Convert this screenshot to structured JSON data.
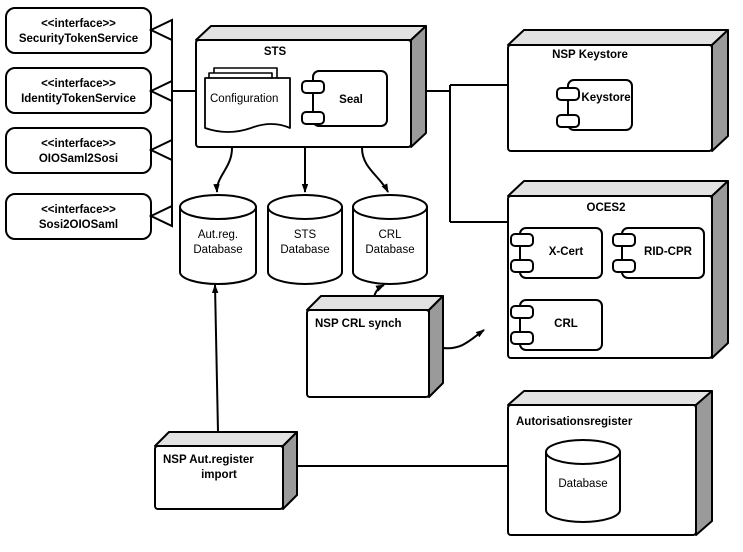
{
  "diagram": {
    "kind": "uml-deployment-diagram",
    "colors": {
      "stroke": "#000000",
      "fill": "#ffffff",
      "node_top_face": "#e2e2e2",
      "node_side_face": "#9a9a9a",
      "text": "#000000"
    },
    "interfaces": [
      {
        "stereotype": "<<interface>>",
        "name": "SecurityTokenService"
      },
      {
        "stereotype": "<<interface>>",
        "name": "IdentityTokenService"
      },
      {
        "stereotype": "<<interface>>",
        "name": "OIOSaml2Sosi"
      },
      {
        "stereotype": "<<interface>>",
        "name": "Sosi2OIOSaml"
      }
    ],
    "nodes": [
      {
        "id": "sts",
        "title": "STS",
        "title_align": "center",
        "artifacts": [
          {
            "type": "document-stack",
            "name": "Configuration"
          }
        ],
        "components": [
          {
            "name": "Seal"
          }
        ]
      },
      {
        "id": "nsp-keystore",
        "title": "NSP Keystore",
        "title_align": "center",
        "components": [
          {
            "name": "Keystore"
          }
        ]
      },
      {
        "id": "oces2",
        "title": "OCES2",
        "title_align": "center",
        "components": [
          {
            "name": "X-Cert"
          },
          {
            "name": "RID-CPR"
          },
          {
            "name": "CRL"
          }
        ]
      },
      {
        "id": "nsp-crl-synch",
        "title": "NSP CRL synch",
        "title_align": "left",
        "components": []
      },
      {
        "id": "nsp-aut-register-import",
        "title_line1": "NSP Aut.register",
        "title_line2": "import",
        "title_align": "center",
        "components": []
      },
      {
        "id": "autorisationsregister",
        "title": "Autorisationsregister",
        "title_align": "left",
        "databases": [
          {
            "name": "Database"
          }
        ]
      }
    ],
    "databases": [
      {
        "id": "aut-reg-database",
        "line1": "Aut.reg.",
        "line2": "Database"
      },
      {
        "id": "sts-database",
        "line1": "STS",
        "line2": "Database"
      },
      {
        "id": "crl-database",
        "line1": "CRL",
        "line2": "Database"
      }
    ],
    "connections": [
      {
        "from": "sts",
        "to": "SecurityTokenService",
        "style": "realization"
      },
      {
        "from": "sts",
        "to": "IdentityTokenService",
        "style": "realization"
      },
      {
        "from": "sts",
        "to": "OIOSaml2Sosi",
        "style": "realization"
      },
      {
        "from": "sts",
        "to": "Sosi2OIOSaml",
        "style": "realization"
      },
      {
        "from": "sts",
        "to": "nsp-keystore",
        "style": "association"
      },
      {
        "from": "sts",
        "to": "oces2",
        "style": "association"
      },
      {
        "from": "sts",
        "to": "aut-reg-database",
        "style": "arrow"
      },
      {
        "from": "sts",
        "to": "sts-database",
        "style": "arrow"
      },
      {
        "from": "sts",
        "to": "crl-database",
        "style": "arrow"
      },
      {
        "from": "nsp-crl-synch",
        "to": "crl-database",
        "style": "arrow"
      },
      {
        "from": "nsp-crl-synch",
        "to": "oces2",
        "style": "arrow"
      },
      {
        "from": "nsp-aut-register-import",
        "to": "aut-reg-database",
        "style": "arrow"
      },
      {
        "from": "nsp-aut-register-import",
        "to": "autorisationsregister",
        "style": "arrow"
      }
    ]
  }
}
